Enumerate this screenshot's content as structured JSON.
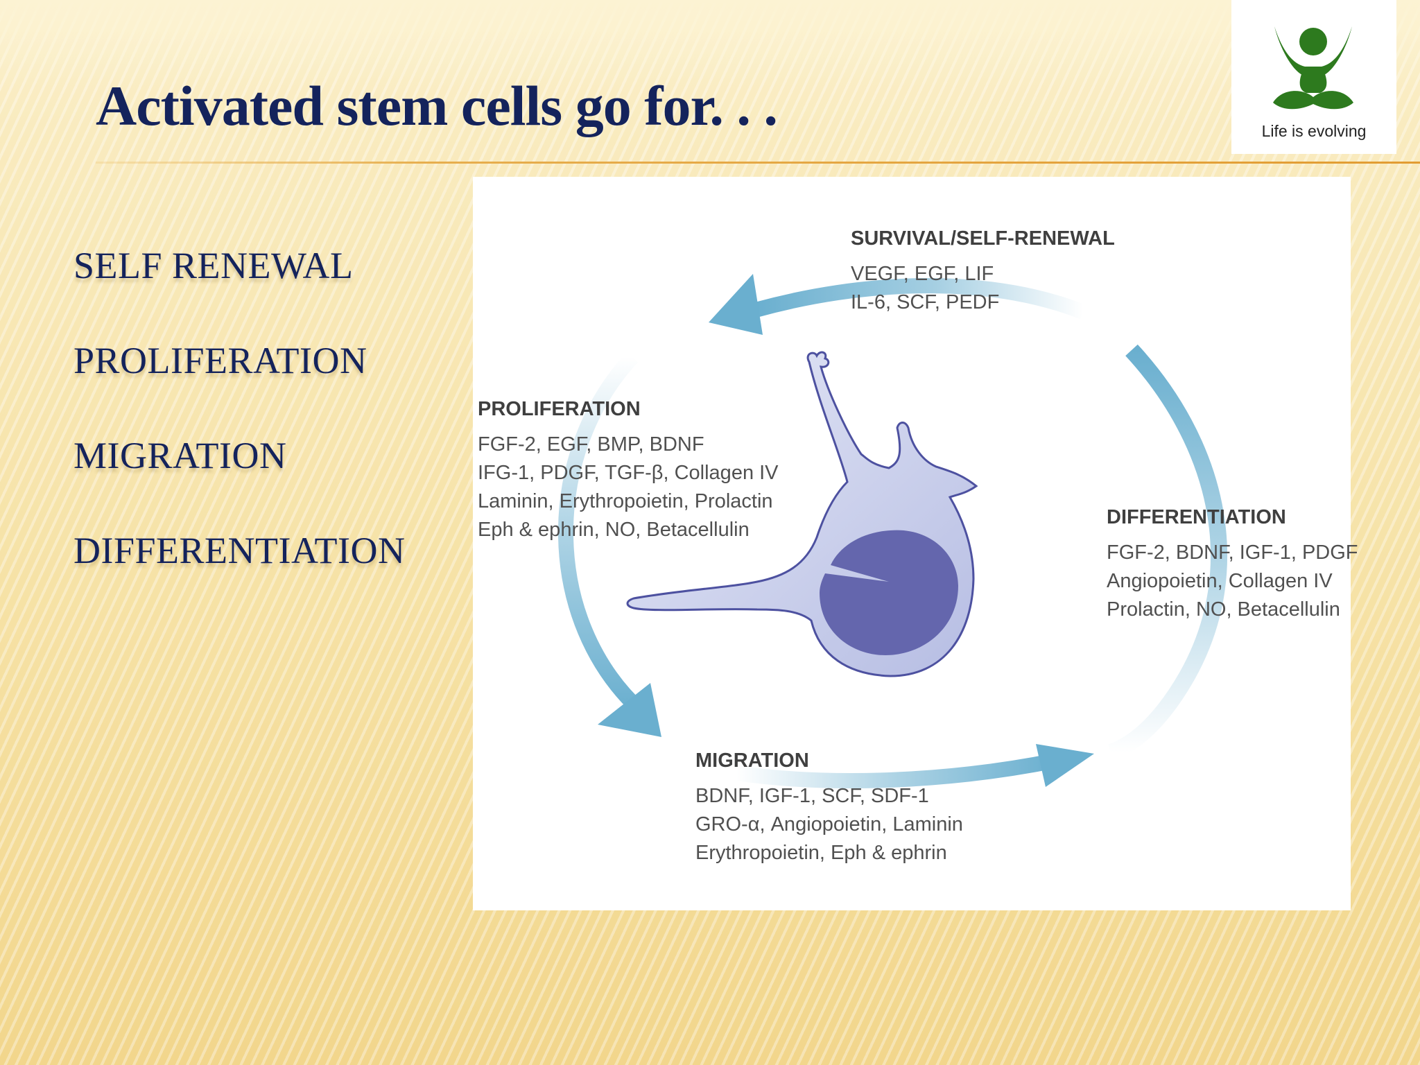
{
  "slide": {
    "title": "Activated stem cells go for. . ."
  },
  "logo": {
    "tagline": "Life is evolving",
    "icon": "meditating-figure-icon",
    "color": "#2d7a1e"
  },
  "bullets": [
    "SELF RENEWAL",
    "PROLIFERATION",
    "MIGRATION",
    "DIFFERENTIATION"
  ],
  "diagram": {
    "center_icon": "stem-cell-icon",
    "survival": {
      "heading": "SURVIVAL/SELF-RENEWAL",
      "lines": [
        "VEGF, EGF, LIF",
        "IL-6, SCF, PEDF"
      ]
    },
    "proliferation": {
      "heading": "PROLIFERATION",
      "lines": [
        "FGF-2, EGF, BMP, BDNF",
        "IFG-1, PDGF, TGF-β, Collagen IV",
        "Laminin, Erythropoietin, Prolactin",
        "Eph & ephrin, NO, Betacellulin"
      ]
    },
    "differentiation": {
      "heading": "DIFFERENTIATION",
      "lines": [
        "FGF-2, BDNF, IGF-1, PDGF",
        "Angiopoietin, Collagen IV",
        "Prolactin, NO, Betacellulin"
      ]
    },
    "migration": {
      "heading": "MIGRATION",
      "lines": [
        "BDNF, IGF-1, SCF, SDF-1",
        "GRO-α, Angiopoietin, Laminin",
        "Erythropoietin, Eph & ephrin"
      ]
    },
    "colors": {
      "arrow": "#6aafcf",
      "cell_body": "#c5cbea",
      "nucleus": "#6466ad",
      "outline": "#4d51a0"
    }
  }
}
